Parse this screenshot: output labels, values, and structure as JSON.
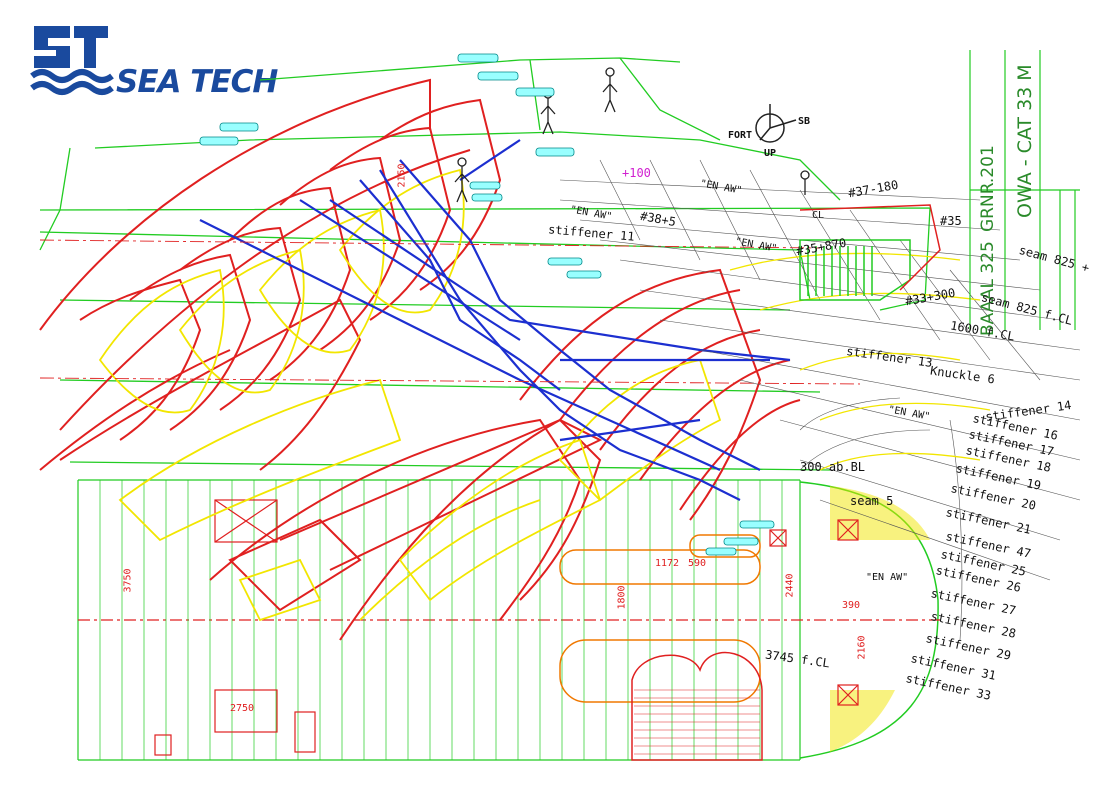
{
  "brand": {
    "name": "SEA TECH",
    "color": "#1a4a9e"
  },
  "colors": {
    "frames": "#e02020",
    "longitudinals": "#1c2fd0",
    "plating": "#f2e600",
    "grid": "#22cc22",
    "dims": "#222222"
  },
  "title_block": {
    "project": "GRNR.201",
    "model": "OWA - CAT 33 M",
    "ref": "BAAAL 325"
  },
  "stiffener_labels": [
    "stiffener 11",
    "stiffener 13",
    "stiffener 14",
    "stiffener 16",
    "stiffener 17",
    "stiffener 18",
    "stiffener 19",
    "stiffener 20",
    "stiffener 21",
    "stiffener 47",
    "stiffener 25",
    "stiffener 26",
    "stiffener 27",
    "stiffener 28",
    "stiffener 29",
    "stiffener 31",
    "stiffener 33"
  ],
  "annotations": [
    "\"EN AW\"",
    "\"EN AW\"",
    "\"EN AW\"",
    "\"EN AW\"",
    "\"EN AW\"",
    "#37-180",
    "#35+870",
    "#35",
    "#33+300",
    "#38+5",
    "seam 825 +",
    "seam 825 f.CL",
    "1600 f.CL",
    "3745 f.CL",
    "Knuckle 6",
    "300 ab.BL",
    "seam 5",
    "+100",
    "FORT",
    "SB",
    "UP",
    "CL"
  ],
  "dimensions": [
    "2750",
    "3750",
    "1800",
    "1172",
    "590",
    "2150",
    "2160",
    "390",
    "2440"
  ]
}
